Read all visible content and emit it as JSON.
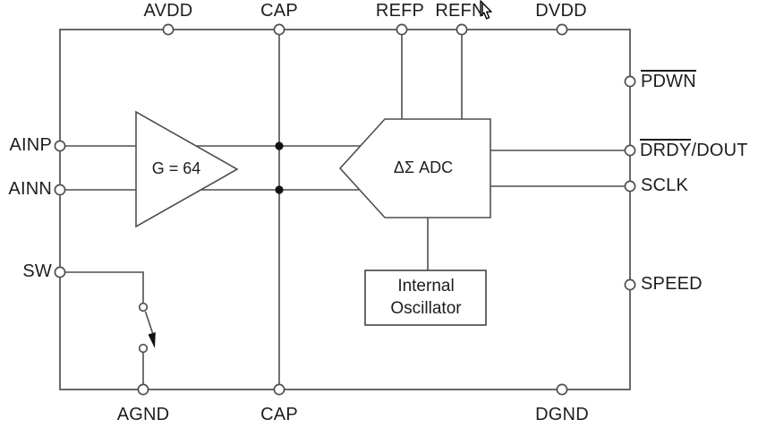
{
  "diagram": {
    "type": "circuit-block-diagram",
    "description": "ADC functional block diagram with gain amplifier, delta-sigma ADC, internal oscillator and low-side power switch"
  },
  "colors": {
    "background": "#ffffff",
    "wire": "#4f4f4f",
    "text": "#1d1d1d",
    "block_fill": "#ffffff",
    "junction_dot": "#111111"
  },
  "pins": {
    "top": [
      {
        "id": "avdd",
        "label": "AVDD"
      },
      {
        "id": "cap-top",
        "label": "CAP"
      },
      {
        "id": "refp",
        "label": "REFP"
      },
      {
        "id": "refn",
        "label": "REFN"
      },
      {
        "id": "dvdd",
        "label": "DVDD"
      }
    ],
    "right": [
      {
        "id": "pdwn",
        "label_overline": "PDWN",
        "label_rest": ""
      },
      {
        "id": "drdy-dout",
        "label_overline": "DRDY",
        "label_rest": "/DOUT"
      },
      {
        "id": "sclk",
        "label": "SCLK"
      },
      {
        "id": "speed",
        "label": "SPEED"
      }
    ],
    "left": [
      {
        "id": "ainp",
        "label": "AINP"
      },
      {
        "id": "ainn",
        "label": "AINN"
      },
      {
        "id": "sw",
        "label": "SW"
      }
    ],
    "bottom": [
      {
        "id": "agnd",
        "label": "AGND"
      },
      {
        "id": "cap-bottom",
        "label": "CAP"
      },
      {
        "id": "dgnd",
        "label": "DGND"
      }
    ]
  },
  "blocks": {
    "amplifier": {
      "label": "G = 64",
      "shape": "triangle"
    },
    "adc": {
      "label": "ΔΣ ADC",
      "shape": "pentagon"
    },
    "oscillator": {
      "label_line1": "Internal",
      "label_line2": "Oscillator",
      "shape": "rectangle"
    }
  },
  "cursor": {
    "icon": "mouse-pointer",
    "visible": true
  }
}
